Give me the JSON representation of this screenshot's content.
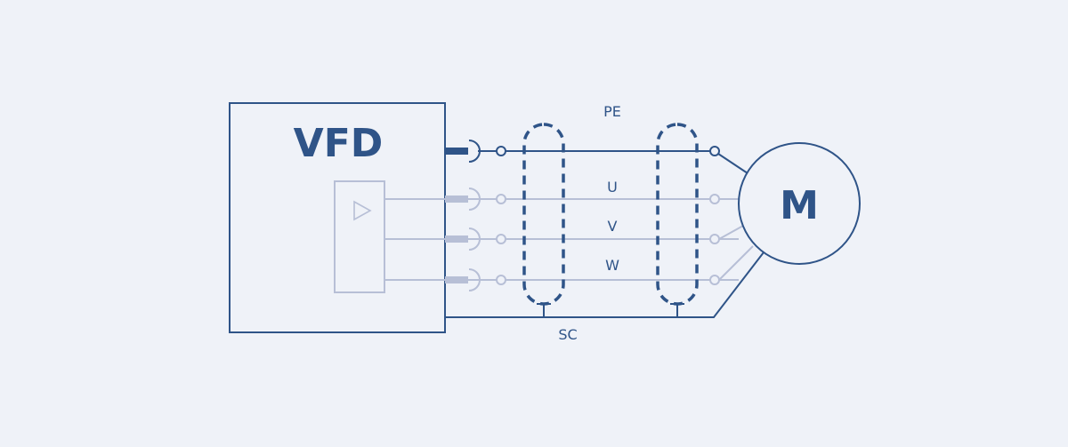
{
  "diagram": {
    "drive_label": "VFD",
    "motor_label": "M",
    "labels": {
      "pe": "PE",
      "u": "U",
      "v": "V",
      "w": "W",
      "sc": "SC"
    },
    "colors": {
      "background": "#eff2f8",
      "primary": "#2f5488",
      "faded": "#b7bfd6"
    }
  }
}
